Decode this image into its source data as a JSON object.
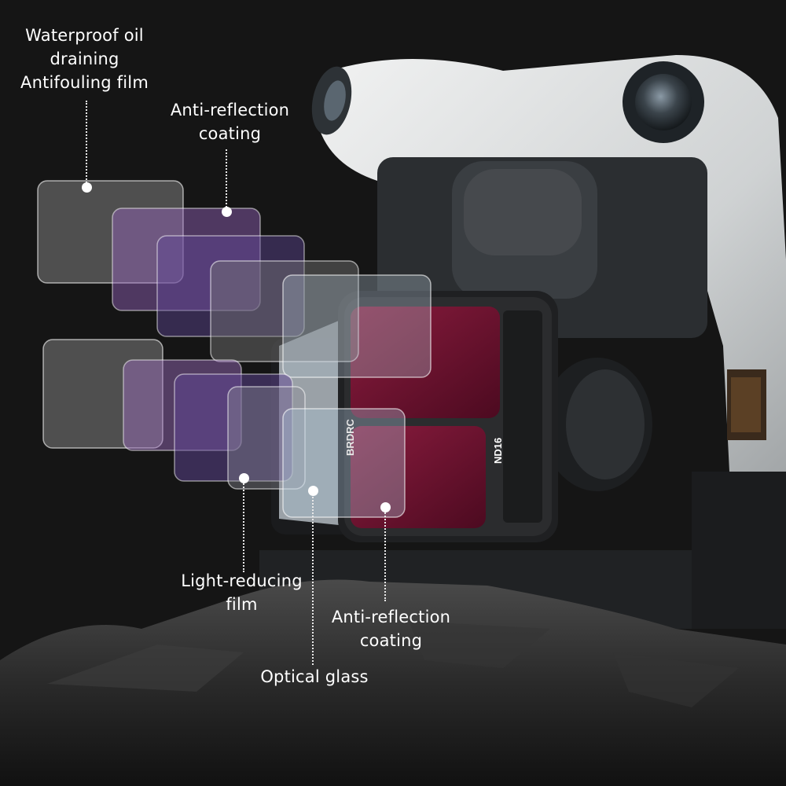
{
  "labels": {
    "waterproof_line1": "Waterproof oil",
    "waterproof_line2": "draining",
    "waterproof_line3": "Antifouling film",
    "anti_reflection_top_line1": "Anti-reflection",
    "anti_reflection_top_line2": "coating",
    "light_reducing_line1": "Light-reducing",
    "light_reducing_line2": "film",
    "anti_reflection_bottom_line1": "Anti-reflection",
    "anti_reflection_bottom_line2": "coating",
    "optical_glass": "Optical glass"
  },
  "product_markings": {
    "brand": "BRDRC",
    "filter": "ND16"
  },
  "colors": {
    "background": "#151515",
    "drone_body": "#d9dcdd",
    "filter_glass": "#6e1230",
    "label_text": "#ffffff",
    "coating_purple": "#8a5aa8",
    "clear_film": "#8c8c8c"
  }
}
